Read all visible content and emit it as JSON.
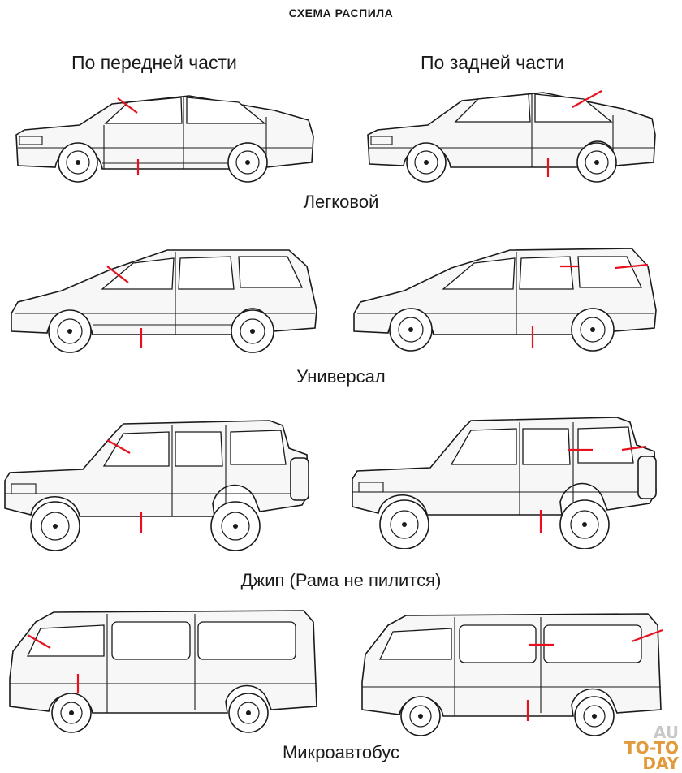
{
  "title": "СХЕМА РАСПИЛА",
  "columns": {
    "front": "По передней части",
    "rear": "По задней части"
  },
  "rows": [
    {
      "label": "Легковой",
      "type": "sedan"
    },
    {
      "label": "Универсал",
      "type": "wagon"
    },
    {
      "label": "Джип (Рама не пилится)",
      "type": "jeep"
    },
    {
      "label": "Микроавтобус",
      "type": "van"
    }
  ],
  "watermark": {
    "line1": "AU",
    "line2": "TO-TO",
    "line3": "DAY"
  },
  "colors": {
    "cut": "#e8101e",
    "outline": "#1a1a1a",
    "watermark_accent": "#e39a3c",
    "watermark_grey": "#c8c8c8"
  }
}
